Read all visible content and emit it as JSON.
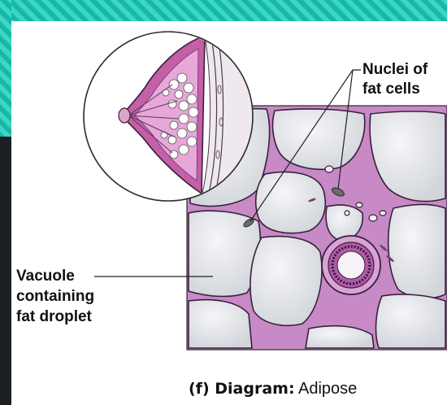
{
  "labels": {
    "nuclei_line1": "Nuclei of",
    "nuclei_line2": "fat cells",
    "vacuole_line1": "Vacuole",
    "vacuole_line2": "containing",
    "vacuole_line3": "fat droplet"
  },
  "caption": {
    "bold": "(f) Diagram:",
    "rest": " Adipose"
  },
  "colors": {
    "frame_teal": "#16b8a8",
    "dark_block": "#1c1f24",
    "membrane": "#c78ac6",
    "membrane_edge": "#3a1f3c",
    "fat_cell_fill": "#e3e5e8",
    "breast_tissue": "#c45fa8"
  }
}
